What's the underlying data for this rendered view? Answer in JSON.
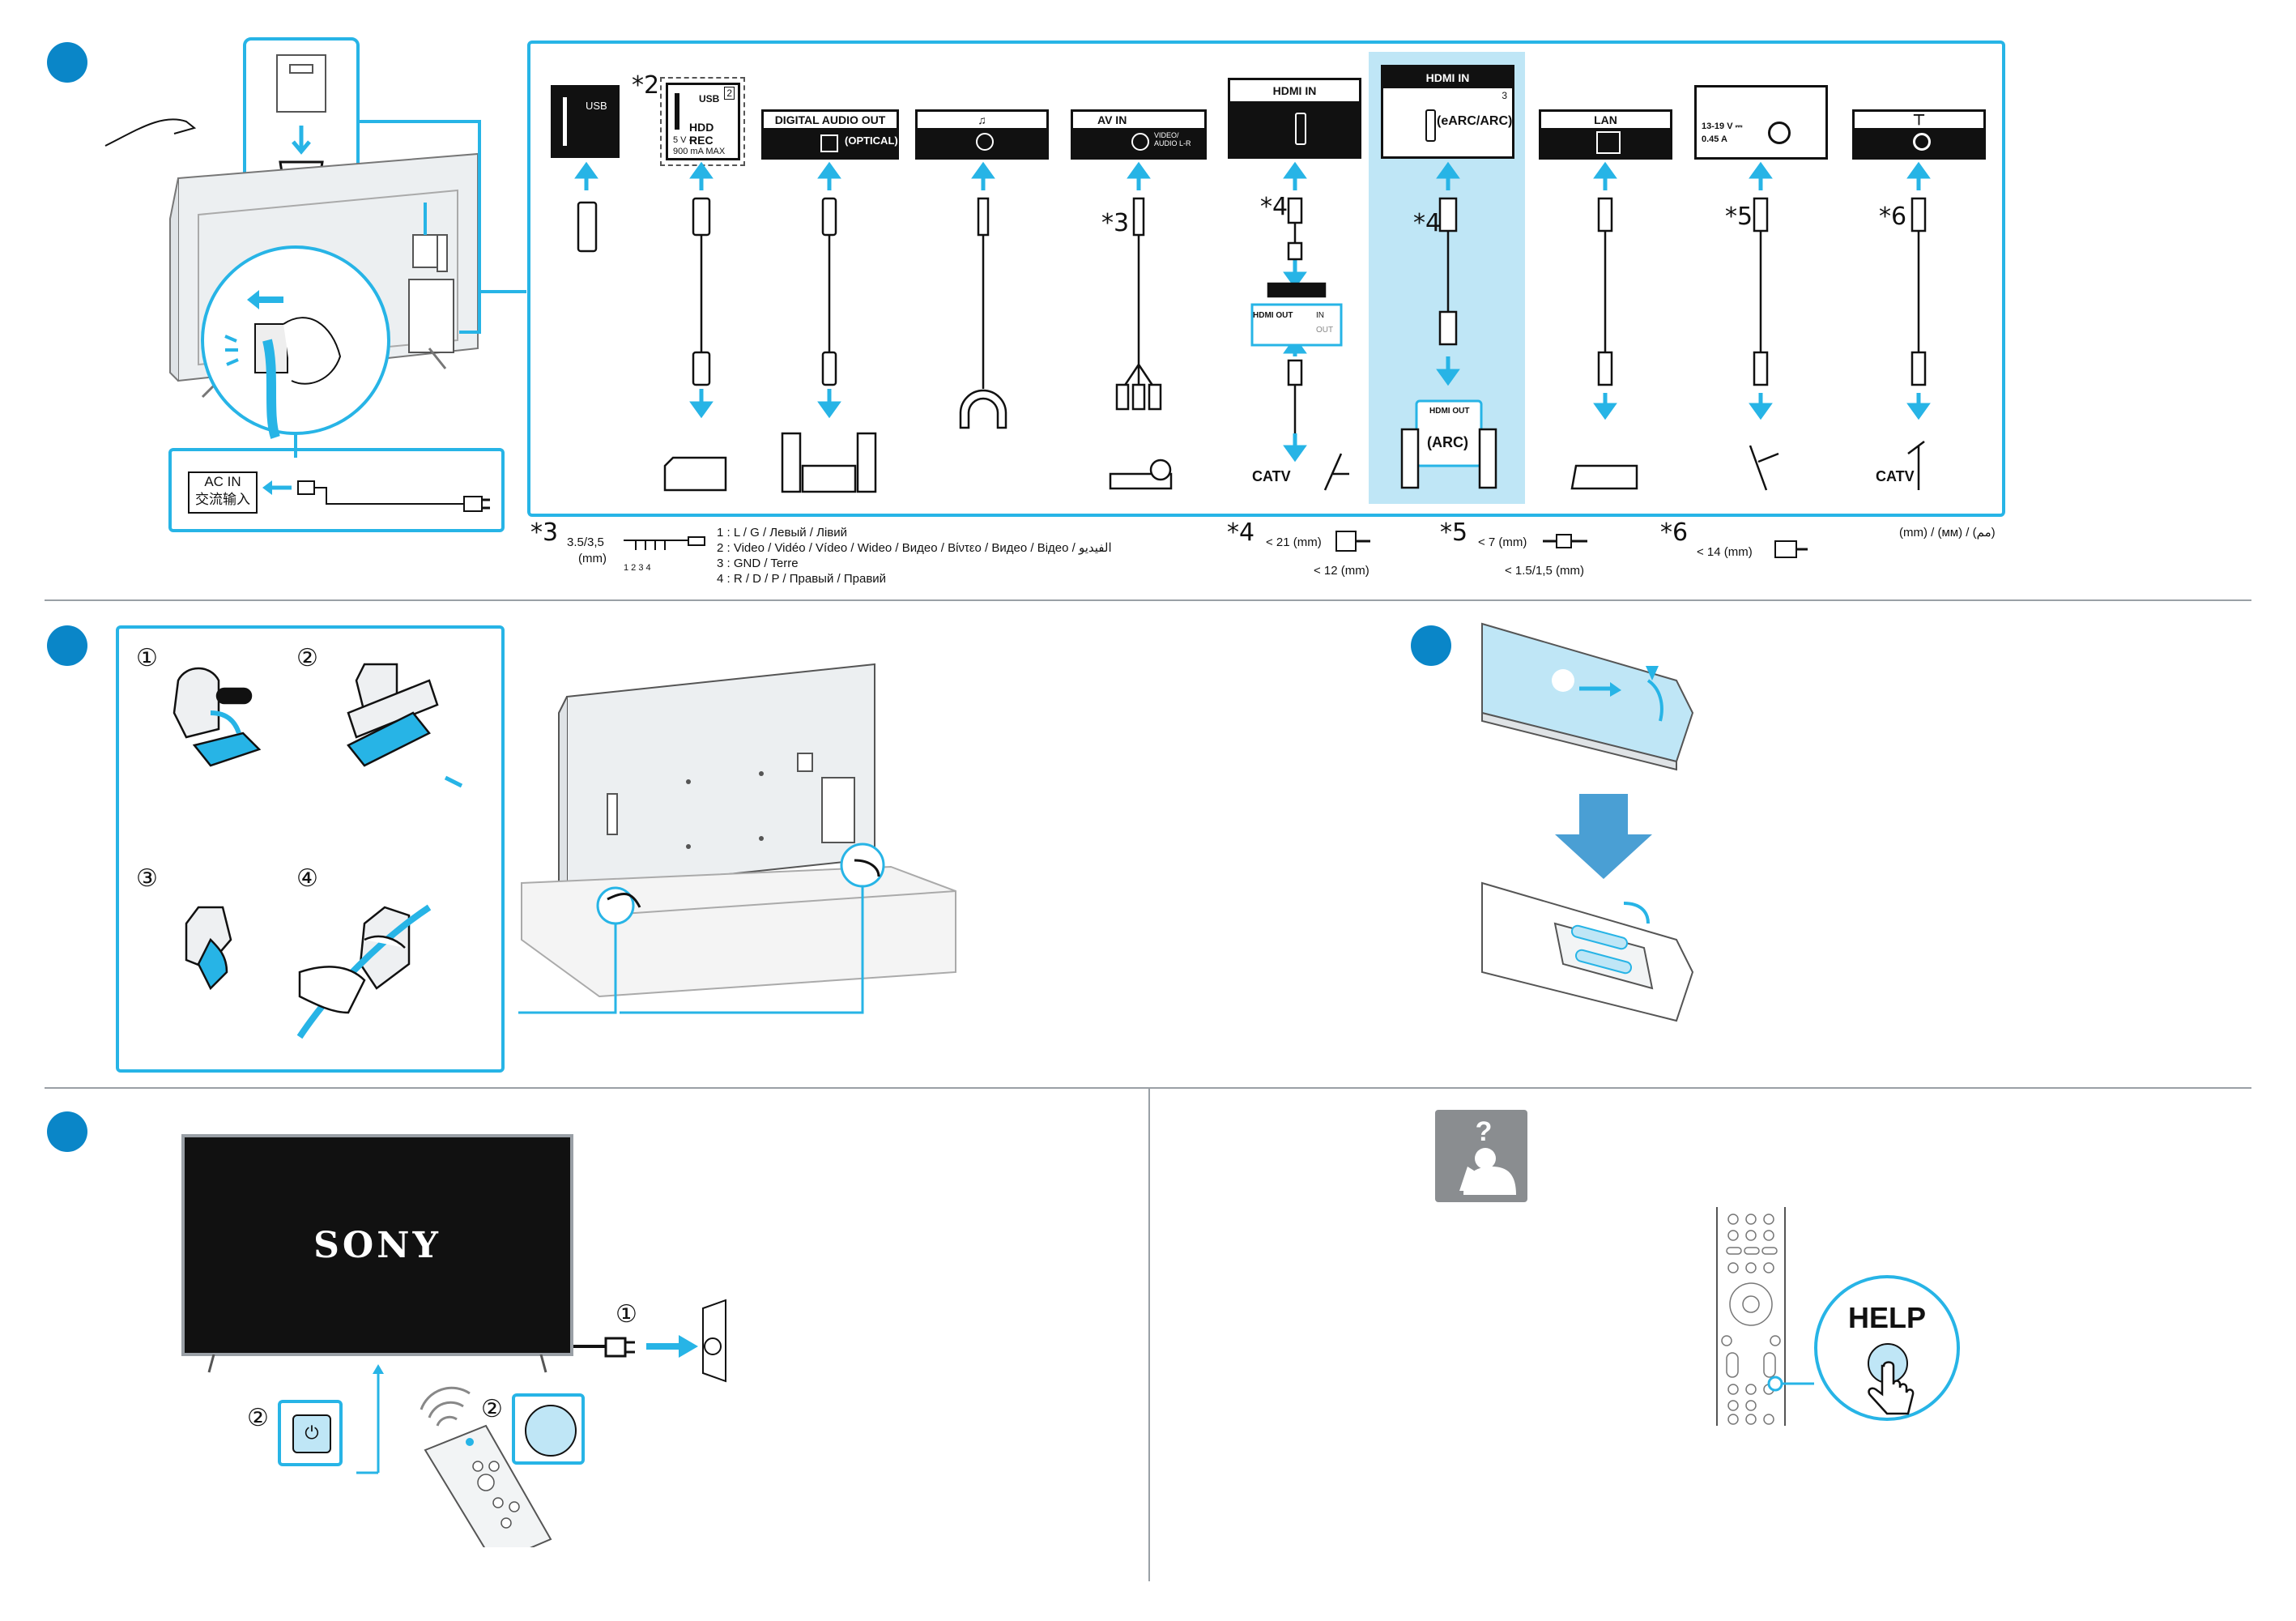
{
  "connections": {
    "usb1": "USB",
    "usb2": "USB",
    "usb2_badge": "2",
    "usb2_rec": "HDD REC",
    "usb2_power": "5 V ⎓",
    "usb2_current": "900 mA MAX",
    "digital_audio": "DIGITAL AUDIO OUT",
    "optical": "(OPTICAL)",
    "headphone_symbol": "♫",
    "av_in": "AV IN",
    "av_sub": "VIDEO/ AUDIO L-R",
    "hdmi_in": "HDMI IN",
    "hdmi3_in": "HDMI IN",
    "hdmi3_badge": "3",
    "earc": "(eARC/ARC)",
    "hdmi_out": "HDMI OUT",
    "arc": "(ARC)",
    "in_label": "IN",
    "out_label": "OUT",
    "lan": "LAN",
    "sat_voltage": "13-19 V ⎓",
    "sat_current": "0.45 A",
    "catv1": "CATV",
    "catv2": "CATV",
    "ac_in": "AC IN",
    "ac_in_cn": "交流输入"
  },
  "stars": {
    "s2": "*2",
    "s3": "*3",
    "s4a": "*4",
    "s4b": "*4",
    "s5": "*5",
    "s6": "*6"
  },
  "notes": {
    "n3_star": "*3",
    "n3_dim": "3.5/3,5",
    "n3_unit": "(mm)",
    "n3_pins": "1 2 3 4",
    "n3_l1": "1 : L / G / Левый / Лівий",
    "n3_l2": "2 : Video / Vidéo / Vídeo / Wideo / Видео / Βίντεο / Видео / Відео / الفيديو",
    "n3_l3": "3 : GND / Terre",
    "n3_l4": "4 : R / D / P / Правый / Правий",
    "n4_star": "*4",
    "n4_a": "< 21 (mm)",
    "n4_b": "< 12 (mm)",
    "n5_star": "*5",
    "n5_a": "< 7 (mm)",
    "n5_b": "< 1.5/1,5 (mm)",
    "n6_star": "*6",
    "n6_a": "< 14 (mm)",
    "units": "(mm) / (мм) / (مم)"
  },
  "steps": {
    "c1": "①",
    "c2": "②",
    "c3": "③",
    "c4": "④",
    "p1": "①",
    "p2a": "②",
    "p2b": "②"
  },
  "brand": "SONY",
  "help_label": "HELP",
  "colors": {
    "accent": "#27b4e6",
    "step": "#0a86c8",
    "highlight": "#bfe6f6",
    "gray": "#8a8d90"
  }
}
